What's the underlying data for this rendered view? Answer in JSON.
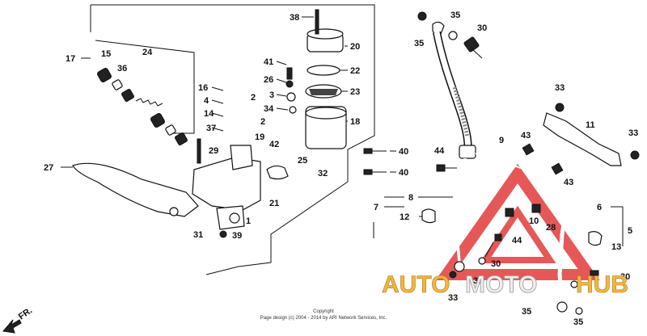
{
  "title": "",
  "callouts": [
    {
      "id": "c38",
      "text": "38"
    },
    {
      "id": "c20",
      "text": "20"
    },
    {
      "id": "c22",
      "text": "22"
    },
    {
      "id": "c23",
      "text": "23"
    },
    {
      "id": "c18",
      "text": "18"
    },
    {
      "id": "c41",
      "text": "41"
    },
    {
      "id": "c26",
      "text": "26"
    },
    {
      "id": "c3",
      "text": "3"
    },
    {
      "id": "c34",
      "text": "34"
    },
    {
      "id": "c2a",
      "text": "2"
    },
    {
      "id": "c2b",
      "text": "2"
    },
    {
      "id": "c19",
      "text": "19"
    },
    {
      "id": "c42",
      "text": "42"
    },
    {
      "id": "c25",
      "text": "25"
    },
    {
      "id": "c32",
      "text": "32"
    },
    {
      "id": "c21",
      "text": "21"
    },
    {
      "id": "c16",
      "text": "16"
    },
    {
      "id": "c4",
      "text": "4"
    },
    {
      "id": "c14",
      "text": "14"
    },
    {
      "id": "c37",
      "text": "37"
    },
    {
      "id": "c29",
      "text": "29"
    },
    {
      "id": "c1",
      "text": "1"
    },
    {
      "id": "c39",
      "text": "39"
    },
    {
      "id": "c31",
      "text": "31"
    },
    {
      "id": "c17",
      "text": "17"
    },
    {
      "id": "c15",
      "text": "15"
    },
    {
      "id": "c36",
      "text": "36"
    },
    {
      "id": "c24",
      "text": "24"
    },
    {
      "id": "c27",
      "text": "27"
    },
    {
      "id": "c40a",
      "text": "40"
    },
    {
      "id": "c40b",
      "text": "40"
    },
    {
      "id": "c35a",
      "text": "35"
    },
    {
      "id": "c35b",
      "text": "35"
    },
    {
      "id": "c30a",
      "text": "30"
    },
    {
      "id": "c33a",
      "text": "33"
    },
    {
      "id": "c11",
      "text": "11"
    },
    {
      "id": "c33b",
      "text": "33"
    },
    {
      "id": "c9",
      "text": "9"
    },
    {
      "id": "c43a",
      "text": "43"
    },
    {
      "id": "c44a",
      "text": "44"
    },
    {
      "id": "c43b",
      "text": "43"
    },
    {
      "id": "c7",
      "text": "7"
    },
    {
      "id": "c8",
      "text": "8"
    },
    {
      "id": "c12",
      "text": "12"
    },
    {
      "id": "c10",
      "text": "10"
    },
    {
      "id": "c28",
      "text": "28"
    },
    {
      "id": "c44b",
      "text": "44"
    },
    {
      "id": "c30b",
      "text": "30"
    },
    {
      "id": "c6",
      "text": "6"
    },
    {
      "id": "c5",
      "text": "5"
    },
    {
      "id": "c13",
      "text": "13"
    },
    {
      "id": "c35c",
      "text": "35"
    },
    {
      "id": "c33c",
      "text": "33"
    },
    {
      "id": "c30c",
      "text": "30"
    },
    {
      "id": "c35d",
      "text": "35"
    },
    {
      "id": "c35e",
      "text": "35"
    }
  ],
  "front_label": "FR.",
  "copyright": {
    "line1": "Copyright",
    "line2": "Page design (c) 2004 - 2014 by ARI Network Services, Inc."
  },
  "watermark": {
    "text_auto": "AUTO",
    "text_moto": "MOTO",
    "text_hub": "HUB",
    "color_primary": "#f2b544",
    "color_secondary": "#e8e8e8",
    "color_triangle": "#e23b3b"
  }
}
